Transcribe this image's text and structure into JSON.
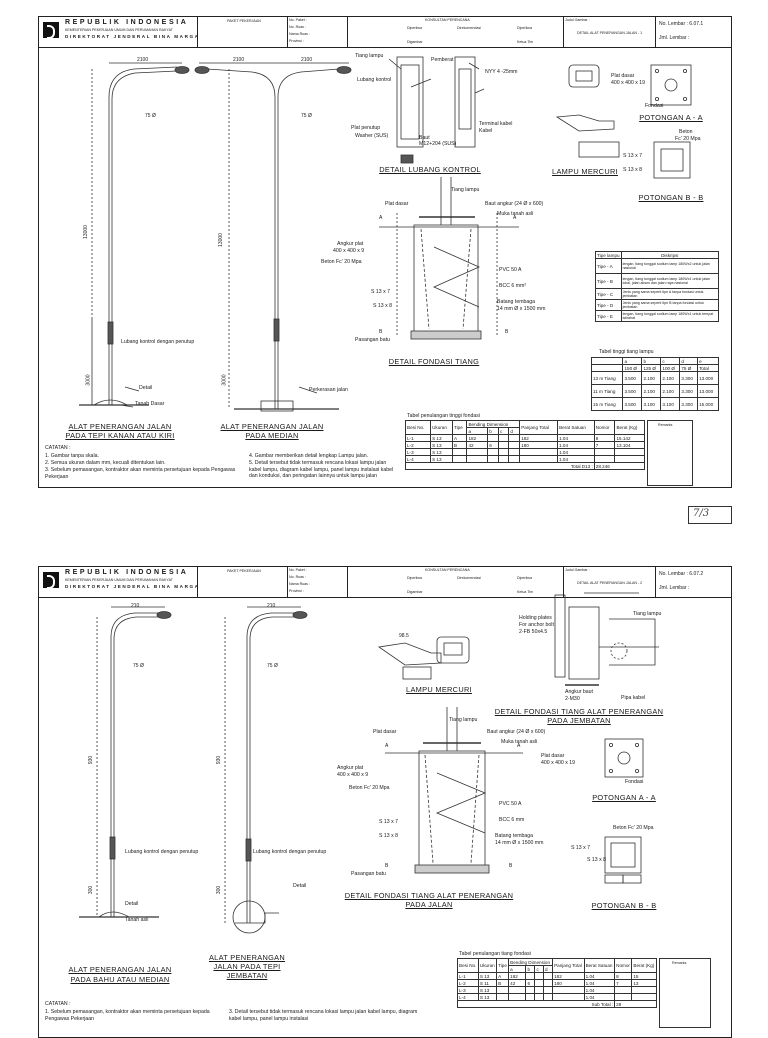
{
  "sheet1": {
    "titleblock": {
      "org_name": "REPUBLIK INDONESIA",
      "org_ministry": "KEMENTERIAN PEKERJAAN UMUM DAN PERUMAHAN RAKYAT",
      "org_directorate": "DIREKTORAT JENDERAL BINA MARGA",
      "paket": "PAKET PEKERJAAN",
      "field_paket": "No. Paket :",
      "field_ruas": "No. Ruas :",
      "field_nama_ruas": "Nama Ruas :",
      "field_provinsi": "Provinsi :",
      "konsultan": "KONSULTAN PERENCANA",
      "diperiksa": "Diperiksa",
      "direkomendasi": "Direkomendasi",
      "digambar": "Digambar",
      "ketua_tim": "Ketua Tim",
      "judul_label": "Judul Gambar :",
      "judul": "DETAIL ALAT PENERANGAN JALAN - 1",
      "no_lembar": "No. Lembar : 6.07.1",
      "jml_lembar": "Jml. Lembar :"
    },
    "drawings": {
      "pole1_title1": "ALAT PENERANGAN JALAN",
      "pole1_title2": "PADA TEPI KANAN ATAU KIRI",
      "pole2_title1": "ALAT PENERANGAN JALAN",
      "pole2_title2": "PADA MEDIAN",
      "dim_2100": "2100",
      "dim_13000": "13000",
      "dim_3000": "3000",
      "dia_75": "75 Ø",
      "lubang_kontrol_tutup": "Lubang kontrol dengan penutup",
      "detail": "Detail",
      "tanah_dasar": "Tanah Dasar",
      "perkerasan": "Perkerasan jalan",
      "lk_tiang": "Tiang lampu",
      "lk_lubang": "Lubang kontrol",
      "lk_pemberat": "Pemberat",
      "lk_nyy": "NYY 4 -25mm",
      "lk_plat": "Plat penutup",
      "lk_washer": "Washer (SUS)",
      "lk_baut": "Baut",
      "lk_baut2": "M12+204 (SUS)",
      "lk_terminal": "Terminal kabel",
      "lk_kabel": "Kabel",
      "lk_title": "DETAIL LUBANG KONTROL",
      "lm_title": "LAMPU MERCURI",
      "pa_plat": "Plat dasar",
      "pa_plat2": "400 x 400 x 19",
      "pa_fondasi": "Fondasi",
      "pa_title": "POTONGAN A - A",
      "pb_beton": "Beton",
      "pb_beton2": "Fc' 20 Mpa",
      "pb_s13x7": "S 13 x 7",
      "pb_s13x8": "S 13 x 8",
      "pb_title": "POTONGAN B - B",
      "ft_tiang": "Tiang lampu",
      "ft_plat": "Plat dasar",
      "ft_baut": "Baut angkur (24 Ø x 600)",
      "ft_muka": "Muka tanah asli",
      "ft_angkur": "Angkur plat",
      "ft_angkur2": "400 x 400 x 9",
      "ft_beton": "Beton Fc' 20 Mpa",
      "ft_pvc": "PVC 50 A",
      "ft_bcc": "BCC 6 mm²",
      "ft_s13x7": "S 13 x 7",
      "ft_s13x8": "S 13 x 8",
      "ft_batang": "Batang tembaga",
      "ft_batang2": "14 mm Ø x 1500 mm",
      "ft_pasangan": "Pasangan batu",
      "ft_title": "DETAIL FONDASI TIANG",
      "a": "A",
      "b": "B"
    },
    "tipe_table": {
      "headers": [
        "Tipe lampu",
        "Diskripsi"
      ],
      "rows": [
        [
          "Tipe - A",
          "lengan, tiang tunggal sodium lamp 180Wx2 untuk jalan nasional"
        ],
        [
          "Tipe - B",
          "lengan, tiang tunggal sodium lamp 180Wx1 untuk jalan lokal, jalan akses dan jalan raya nasional"
        ],
        [
          "Tipe - C",
          "Jenis yang sama seperti tipe A tanpa fondasi untuk jembatan"
        ],
        [
          "Tipe - D",
          "Jenis yang sama seperti tipe B tanpa fondasi untuk jembatan"
        ],
        [
          "Tipe - E",
          "lengan, tiang tunggal sodium lamp 180Wx1 untuk tempat istirahat"
        ]
      ]
    },
    "tinggi_table": {
      "title": "Tabel tinggi tiang lampu",
      "headers": [
        "",
        "a",
        "b",
        "c",
        "d",
        "e"
      ],
      "subheaders": [
        "",
        "150 Ø",
        "125 Ø",
        "100 Ø",
        "75 Ø",
        "Total"
      ],
      "rows": [
        [
          "13 m Tiang",
          "3.500",
          "2.100",
          "2.100",
          "3.300",
          "13.000"
        ],
        [
          "11 m Tiang",
          "3.500",
          "2.100",
          "2.100",
          "3.300",
          "13.000"
        ],
        [
          "15 m Tiang",
          "3.500",
          "3.100",
          "3.100",
          "3.300",
          "15.000"
        ]
      ]
    },
    "fondasi_table": {
      "title": "Tabel penulangan tinggi fondasi",
      "headers": [
        "Besi No.",
        "Ukuran",
        "Tipe",
        "Bending Dimension",
        "Panjang Total",
        "Berat Satuan",
        "Nomor",
        "Berat (Kg)",
        "Remarks"
      ],
      "bending": [
        "a",
        "b",
        "c",
        "d"
      ],
      "rows": [
        [
          "L-1",
          "S 13",
          "A",
          "182",
          "",
          "",
          "",
          "182",
          "1.04",
          "8",
          "15.142"
        ],
        [
          "L-2",
          "S 13",
          "B",
          "42",
          "6",
          "",
          "",
          "180",
          "1.04",
          "7",
          "13.104"
        ],
        [
          "L-3",
          "S 13",
          "",
          "",
          "",
          "",
          "",
          "",
          "1.04",
          "",
          ""
        ],
        [
          "L-4",
          "S 13",
          "",
          "",
          "",
          "",
          "",
          "",
          "1.04",
          "",
          ""
        ]
      ],
      "total_label": "Total D13 :",
      "total_value": "28.246"
    },
    "catatan": {
      "title": "CATATAN :",
      "items": [
        "1.  Gambar tanpa skala.",
        "2.  Semua ukuran dalam mm, kecuali ditentukan lain.",
        "3.  Sebelum pemasangan, kontraktor akan meminta persetujuan kepada Pengawas Pekerjaan",
        "4.  Gambar memberikan detail lengkap Lampu jalan.",
        "5.  Detail tersebut tidak termasuk rencana lokasi lampu jalan kabel lampu, diagram kabel lampu, panel lampu instalasi kabel dan konduksi, dan peringatan lainnya untuk lampu jalan"
      ]
    }
  },
  "sheet2": {
    "titleblock": {
      "org_name": "REPUBLIK INDONESIA",
      "org_ministry": "KEMENTERIAN PEKERJAAN UMUM DAN PERUMAHAN RAKYAT",
      "org_directorate": "DIREKTORAT JENDERAL BINA MARGA",
      "paket": "PAKET PEKERJAAN",
      "field_paket": "No. Paket :",
      "field_ruas": "No. Ruas :",
      "field_nama_ruas": "Nama Ruas :",
      "field_provinsi": "Provinsi :",
      "konsultan": "KONSULTAN PERENCANA",
      "diperiksa": "Diperiksa",
      "direkomendasi": "Direkomendasi",
      "digambar": "Digambar",
      "ketua_tim": "Ketua Tim",
      "judul_label": "Judul Gambar :",
      "judul": "DETAIL ALAT PENERANGAN JALAN - 2",
      "no_lembar": "No. Lembar : 6.07.2",
      "jml_lembar": "Jml. Lembar :"
    },
    "drawings": {
      "pole1_title1": "ALAT PENERANGAN JALAN",
      "pole1_title2": "PADA BAHU ATAU MEDIAN",
      "pole2_title1": "ALAT PENERANGAN",
      "pole2_title2": "JALAN PADA TEPI",
      "pole2_title3": "JEMBATAN",
      "dim_210": "210",
      "dim_930": "930",
      "dim_300": "300",
      "dia_75": "75 Ø",
      "lubang_kontrol_tutup": "Lubang kontrol dengan penutup",
      "detail": "Detail",
      "tanah_asli": "Tanah asli",
      "lm_title": "LAMPU MERCURI",
      "lm_dim": "98.5",
      "jb_holding": "Holding plates",
      "jb_holding2": "For anchor bolt",
      "jb_holding3": "2-FB 50x4.5",
      "jb_tiang": "Tiang lampu",
      "jb_angkur": "Angkur baut",
      "jb_angkur2": "2-M30",
      "jb_pipa": "Pipa kabel",
      "jb_title1": "DETAIL FONDASI TIANG ALAT PENERANGAN",
      "jb_title2": "PADA JEMBATAN",
      "ft_tiang": "Tiang lampu",
      "ft_plat": "Plat dasar",
      "ft_baut": "Baut angkur (24 Ø x 600)",
      "ft_muka": "Muka tanah asli",
      "ft_angkur": "Angkur plat",
      "ft_angkur2": "400 x 400 x 9",
      "ft_beton": "Beton Fc' 20 Mpa",
      "ft_pvc": "PVC 50 A",
      "ft_bcc": "BCC 6 mm",
      "ft_s13x7": "S 13 x 7",
      "ft_s13x8": "S 13 x 8",
      "ft_batang": "Batang tembaga",
      "ft_batang2": "14 mm Ø x 1500 mm",
      "ft_pasangan": "Pasangan batu",
      "ft_title1": "DETAIL FONDASI TIANG ALAT PENERANGAN",
      "ft_title2": "PADA JALAN",
      "pa_plat": "Plat dasar",
      "pa_plat2": "400 x 400 x 19",
      "pa_fondasi": "Fondasi",
      "pa_title": "POTONGAN A - A",
      "pb_beton": "Beton Fc' 20 Mpa",
      "pb_s13x7": "S 13 x 7",
      "pb_s13x8": "S 13 x 8",
      "pb_title": "POTONGAN B - B",
      "a": "A",
      "b": "B"
    },
    "fondasi_table": {
      "title": "Tabel penulangan tiang fondasi",
      "headers": [
        "Besi No.",
        "Ukuran",
        "Tipe",
        "Bending Dimension",
        "Panjang Total",
        "Berat Satuan",
        "Nomor",
        "Berat (Kg)",
        "Remarks"
      ],
      "bending": [
        "a",
        "b",
        "c",
        "d"
      ],
      "rows": [
        [
          "L-1",
          "S 13",
          "A",
          "182",
          "",
          "",
          "",
          "182",
          "1.04",
          "8",
          "15"
        ],
        [
          "L-2",
          "S 11",
          "B",
          "42",
          "6",
          "",
          "",
          "180",
          "1.04",
          "7",
          "13"
        ],
        [
          "L-3",
          "S 13",
          "",
          "",
          "",
          "",
          "",
          "",
          "1.04",
          "",
          ""
        ],
        [
          "L-4",
          "S 13",
          "",
          "",
          "",
          "",
          "",
          "",
          "1.04",
          "",
          ""
        ]
      ],
      "total_label": "Sub Total :",
      "total_value": "28"
    },
    "catatan": {
      "title": "CATATAN :",
      "items": [
        "1.  Sebelum pemasangan, kontraktor akan meminta persetujuan kepada Pengawas Pekerjaan",
        "3.  Detail tersebut tidak termasuk rencana lokasi lampu jalan kabel lampu, diagram kabel lampu, panel lampu instalasi"
      ]
    }
  },
  "signature": {
    "initials": "7/3"
  }
}
